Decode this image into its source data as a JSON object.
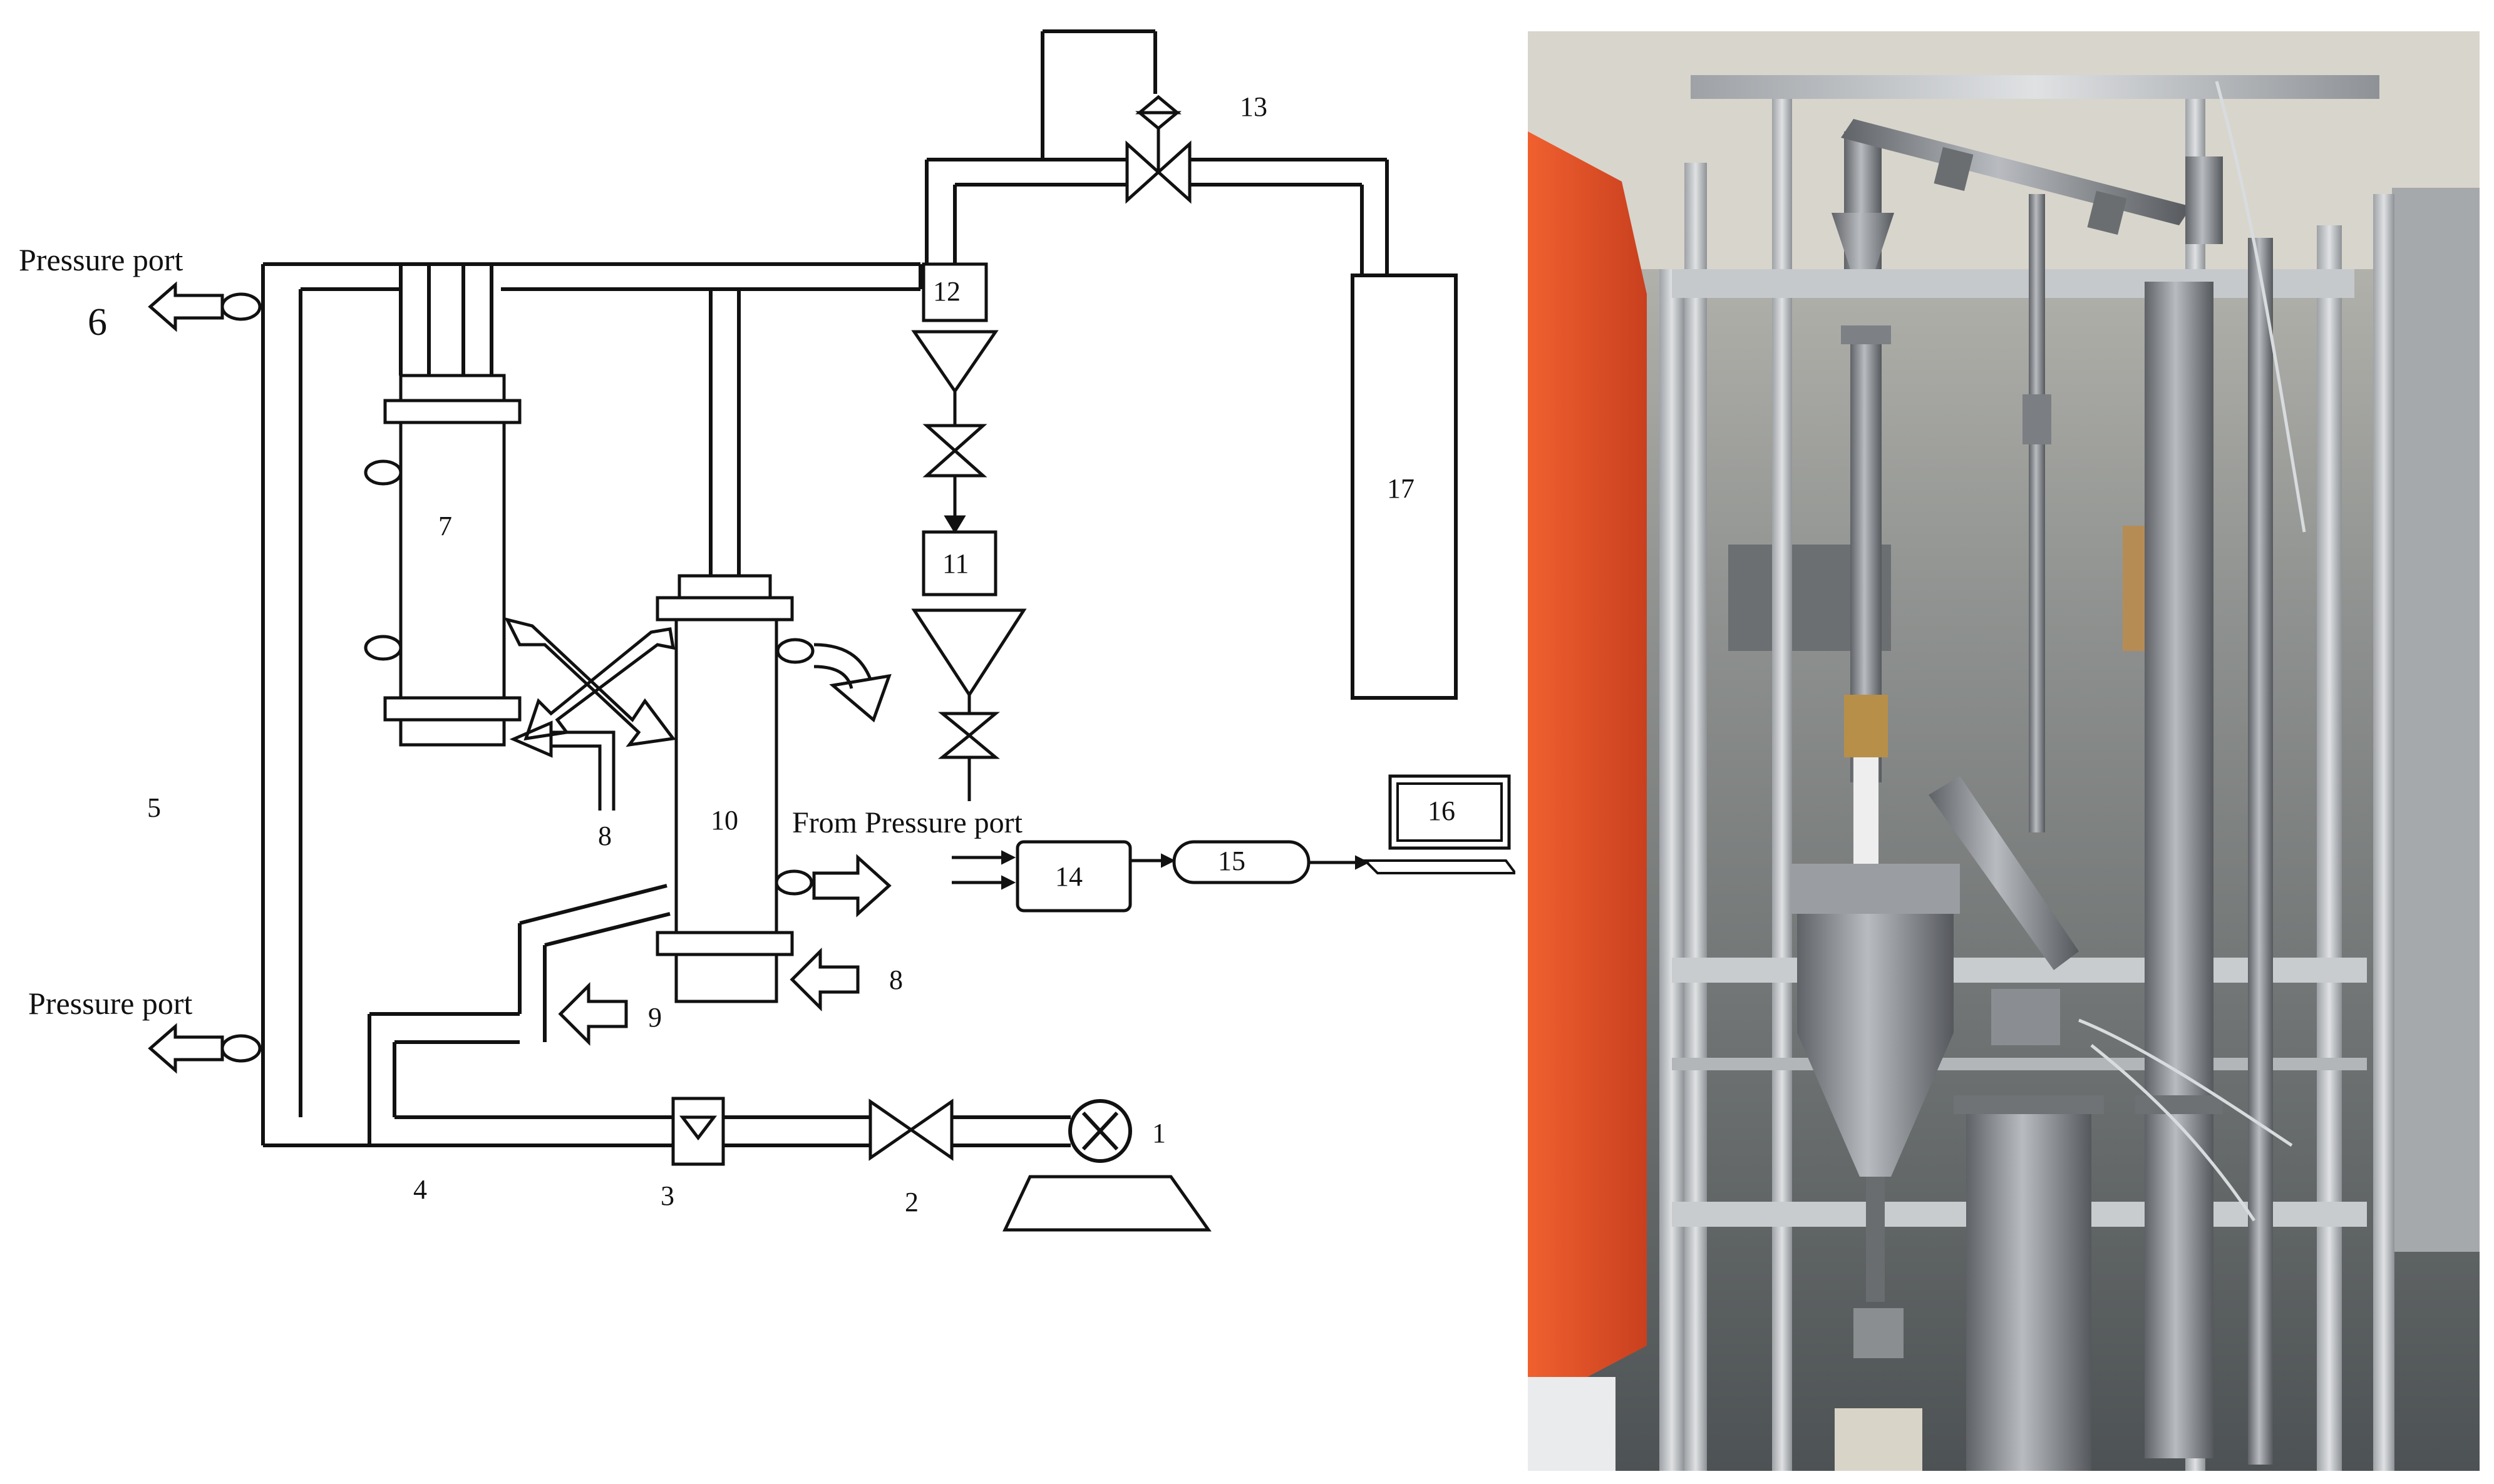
{
  "schematic": {
    "labels": {
      "n1": "1",
      "n2": "2",
      "n3": "3",
      "n4": "4",
      "n5": "5",
      "n6": "6",
      "n7": "7",
      "n8a": "8",
      "n8b": "8",
      "n9": "9",
      "n10": "10",
      "n11": "11",
      "n12": "12",
      "n13": "13",
      "n14": "14",
      "n15": "15",
      "n16": "16",
      "n17": "17",
      "pressure_top": "Pressure port",
      "pressure_bottom": "Pressure port",
      "from_pressure": "From Pressure port"
    }
  },
  "photo": {
    "description_colors": {
      "frame": "#b9bcc0",
      "steel": "#8e9196",
      "orange_panel": "#e2532c",
      "background": "#6b6f72"
    }
  }
}
